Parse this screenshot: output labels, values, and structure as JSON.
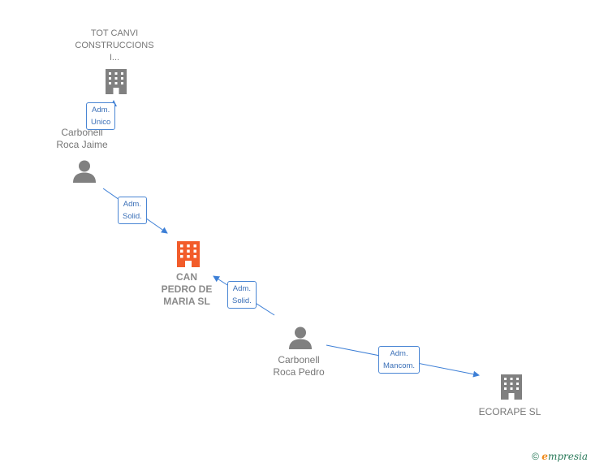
{
  "nodes": {
    "tot_canvi": {
      "label_lines": [
        "TOT CANVI",
        "CONSTRUCCIONS",
        "I..."
      ],
      "icon": "building-icon",
      "color": "#808080"
    },
    "carbonell_jaime": {
      "label_lines": [
        "Carbonell",
        "Roca Jaime"
      ],
      "icon": "person-icon",
      "color": "#808080"
    },
    "can_pedro": {
      "label_lines": [
        "CAN",
        "PEDRO DE",
        "MARIA SL"
      ],
      "icon": "building-icon",
      "color": "#f25c2a"
    },
    "carbonell_pedro": {
      "label_lines": [
        "Carbonell",
        "Roca Pedro"
      ],
      "icon": "person-icon",
      "color": "#808080"
    },
    "ecorape": {
      "label_lines": [
        "ECORAPE SL"
      ],
      "icon": "building-icon",
      "color": "#808080"
    }
  },
  "edges": {
    "jaime_tot": {
      "label_lines": [
        "Adm.",
        "Unico"
      ]
    },
    "jaime_can": {
      "label_lines": [
        "Adm.",
        "Solid."
      ]
    },
    "pedro_can": {
      "label_lines": [
        "Adm.",
        "Solid."
      ]
    },
    "pedro_ecorape": {
      "label_lines": [
        "Adm.",
        "Mancom."
      ]
    }
  },
  "colors": {
    "edge": "#3d7fd6",
    "edge_label_border": "#4a86d4",
    "edge_label_text": "#3a6fb7"
  },
  "footer": {
    "copyright_symbol": "©",
    "brand_initial": "e",
    "brand_rest": "mpresia"
  }
}
